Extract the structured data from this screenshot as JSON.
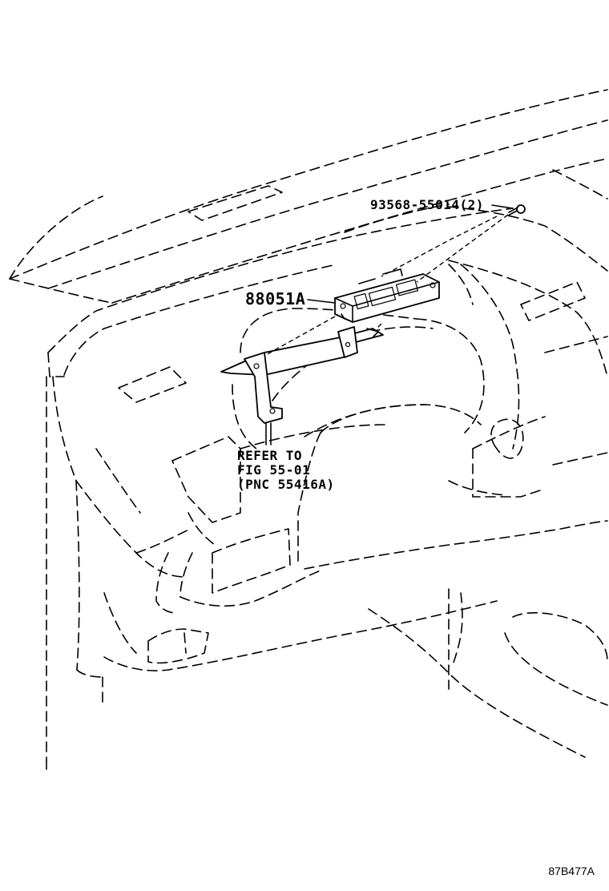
{
  "callouts": {
    "bolt": "93568-55014(2)",
    "switch": "88051A",
    "refer_line1": "REFER TO",
    "refer_line2": "FIG 55-01",
    "refer_line3": "(PNC 55416A)"
  },
  "illustration_code": "87B477A"
}
